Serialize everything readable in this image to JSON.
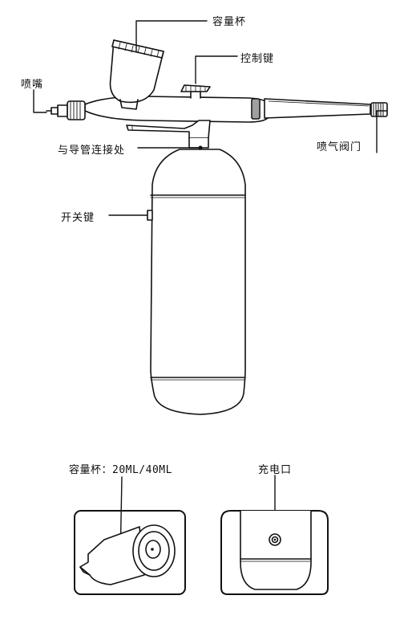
{
  "labels": {
    "cup": "容量杯",
    "control_button": "控制键",
    "nozzle": "喷嘴",
    "hose_connection": "与导管连接处",
    "air_valve": "喷气阀门",
    "power_switch": "开关键",
    "cup_capacity": "容量杯：20ML/40ML",
    "charging_port": "充电口"
  },
  "colors": {
    "line": "#111111",
    "fill": "#ffffff"
  }
}
